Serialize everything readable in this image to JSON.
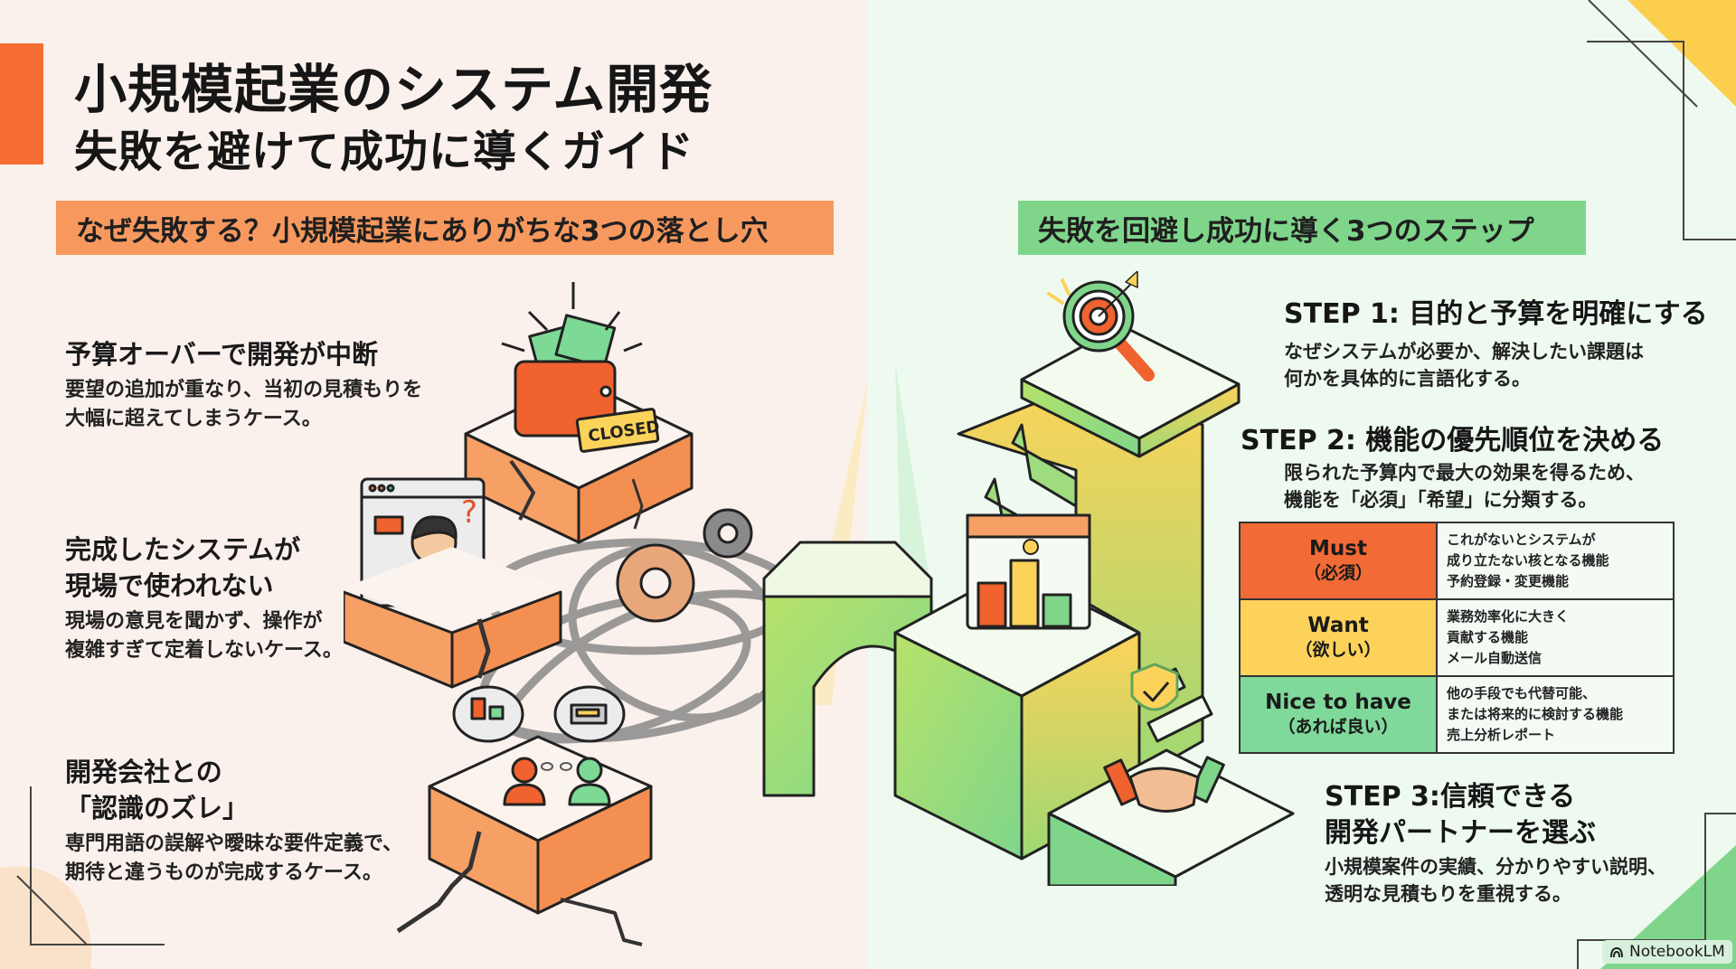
{
  "title": {
    "line1": "小規模起業のシステム開発",
    "line2": "失敗を避けて成功に導くガイド"
  },
  "colors": {
    "accent_orange": "#f56d33",
    "banner_orange": "#f7995f",
    "banner_green": "#7fd68b",
    "must": "#f26a35",
    "want": "#fcd25a",
    "nice": "#7fd99a"
  },
  "left_section": {
    "banner": "なぜ失敗する？小規模起業にありがちな3つの落とし穴",
    "pitfalls": [
      {
        "heading": "予算オーバーで開発が中断",
        "description_lines": [
          "要望の追加が重なり、当初の見積もりを",
          "大幅に超えてしまうケース。"
        ]
      },
      {
        "heading_lines": [
          "完成したシステムが",
          "現場で使われない"
        ],
        "description_lines": [
          "現場の意見を聞かず、操作が",
          "複雑すぎて定着しないケース。"
        ]
      },
      {
        "heading_lines": [
          "開発会社との",
          "「認識のズレ」"
        ],
        "description_lines": [
          "専門用語の誤解や曖昧な要件定義で、",
          "期待と違うものが完成するケース。"
        ]
      }
    ],
    "illustration": {
      "closed_sign": "CLOSED",
      "icons": [
        "wallet-icon",
        "money-icon",
        "closed-sign-icon",
        "browser-window-icon",
        "confused-person-icon",
        "question-mark-icon",
        "no-handshake-icon",
        "gear-icon",
        "tangled-cables",
        "speech-bubble-door-icon",
        "speech-bubble-machine-icon",
        "person-orange-icon",
        "person-green-icon",
        "broken-chain-icon"
      ]
    }
  },
  "right_section": {
    "banner": "失敗を回避し成功に導く3つのステップ",
    "steps": [
      {
        "heading": "STEP 1: 目的と予算を明確にする",
        "description_lines": [
          "なぜシステムが必要か、解決したい課題は",
          "何かを具体的に言語化する。"
        ]
      },
      {
        "heading": "STEP 2: 機能の優先順位を決める",
        "description_lines": [
          "限られた予算内で最大の効果を得るため、",
          "機能を「必須」「希望」に分類する。"
        ]
      },
      {
        "heading_lines": [
          "STEP 3:信頼できる",
          "開発パートナーを選ぶ"
        ],
        "description_lines": [
          "小規模案件の実績、分かりやすい説明、",
          "透明な見積もりを重視する。"
        ]
      }
    ],
    "priority_table": [
      {
        "label": "Must",
        "sublabel": "（必須）",
        "description_lines": [
          "これがないとシステムが",
          "成り立たない核となる機能",
          "予約登録・変更機能"
        ]
      },
      {
        "label": "Want",
        "sublabel": "（欲しい）",
        "description_lines": [
          "業務効率化に大きく",
          "貢献する機能",
          "メール自動送信"
        ]
      },
      {
        "label": "Nice to have",
        "sublabel": "（あれば良い）",
        "description_lines": [
          "他の手段でも代替可能、",
          "または将来的に検討する機能",
          "売上分析レポート"
        ]
      }
    ],
    "illustration": {
      "icons": [
        "target-magnifier-icon",
        "chart-window-icon",
        "shield-check-icon",
        "handshake-icon",
        "staircase",
        "bridge"
      ]
    }
  },
  "footer": {
    "brand": "NotebookLM"
  }
}
